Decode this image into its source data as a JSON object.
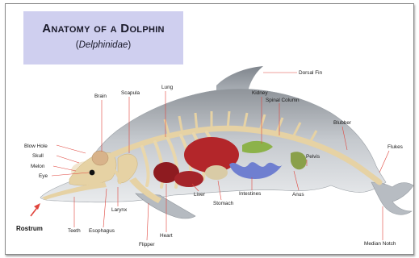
{
  "title": {
    "main": "Anatomy of a Dolphin",
    "sub_open": "(",
    "sub_italic": "Delphinidae",
    "sub_close": ")"
  },
  "labels": {
    "dorsal_fin": "Dorsal Fin",
    "lung": "Lung",
    "scapula": "Scapula",
    "brain": "Brain",
    "kidney": "Kidney",
    "spinal_column": "Spinal Column",
    "blubber": "Blubber",
    "flukes": "Flukes",
    "blow_hole": "Blow Hole",
    "skull": "Skull",
    "melon": "Melon",
    "eye": "Eye",
    "liver": "Liver",
    "intestines": "Intestines",
    "anus": "Anus",
    "pelvis": "Pelvis",
    "stomach": "Stomach",
    "larynx": "Larynx",
    "teeth": "Teeth",
    "esophagus": "Esophagus",
    "heart": "Heart",
    "flipper": "Flipper",
    "median_notch": "Median Notch",
    "rostrum": "Rostrum"
  },
  "colors": {
    "title_bg": "#cfcfef",
    "leader_lines": "#e0443c",
    "body": "#c9ccd0",
    "bone": "#e8d5a8",
    "organ": "#b3262a",
    "intestine": "#6f7fd0"
  }
}
